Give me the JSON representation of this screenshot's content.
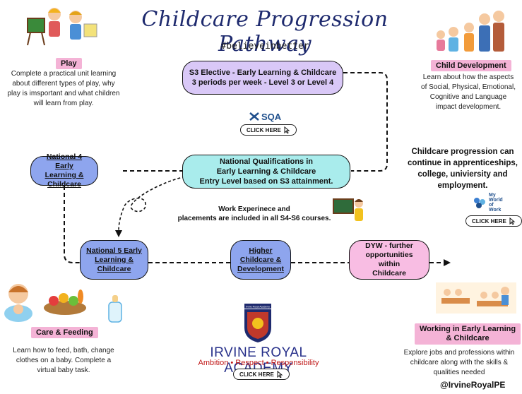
{
  "title": "Childcare Progression Pathway",
  "hashtag": "#believeinbetter",
  "nodes": {
    "s3": {
      "line1": "S3 Elective - Early Learning & Childcare",
      "line2": "3 periods per week - Level 3 or Level 4"
    },
    "nq": {
      "line1": "National Qualifications in",
      "line2": "Early Learning & Childcare",
      "line3": "Entry Level based on S3 attainment."
    },
    "n4": {
      "line1": "National 4 Early",
      "line2": "Learning &",
      "line3": "Childcare"
    },
    "n5": {
      "line1": "National 5 Early",
      "line2": "Learning &",
      "line3": "Childcare"
    },
    "higher": {
      "line1": "Higher",
      "line2": "Childcare &",
      "line3": "Development"
    },
    "dyw": {
      "line1": "DYW - further",
      "line2": "opportunities within",
      "line3": "Childcare"
    }
  },
  "sqa": {
    "logo_text": "SQA"
  },
  "click_here": "CLICK HERE",
  "work_experience": {
    "line1": "Work Experinece and",
    "line2": "placements are included in all S4-S6 courses."
  },
  "progression": {
    "line1": "Childcare progression can",
    "line2": "continue in apprenticeships,",
    "line3": "college, univiersity and",
    "line4": "employment."
  },
  "myworld": {
    "line1": "My",
    "line2": "World",
    "line3": "of",
    "line4": "Work"
  },
  "play": {
    "title": "Play",
    "text1": "Complete a practical unit  learning",
    "text2": "about different types of play, why",
    "text3": "play is imsportant and what children",
    "text4": "will learn from play."
  },
  "child_dev": {
    "title": "Child Development",
    "text1": "Learn about how the aspects",
    "text2": "of Social, Physical, Emotional,",
    "text3": "Cognitive and Language",
    "text4": "impact development."
  },
  "care": {
    "title": "Care & Feeding",
    "text1": "Learn how to feed, bath, change",
    "text2": "clothes on a baby.  Complete a",
    "text3": "virtual baby task."
  },
  "working": {
    "title1": "Working in Early Learning",
    "title2": "& Childcare",
    "text1": "Explore jobs and professions within",
    "text2": "childcare along with the skills &",
    "text3": "qualities needed"
  },
  "crest_text": "Irvine Royal Academy",
  "academy": {
    "name": "IRVINE ROYAL ACADEMY",
    "motto": "Ambition • Respect • Responsibility"
  },
  "handle": "@IrvineRoyalPE",
  "colors": {
    "purple": "#d9c8f7",
    "teal": "#a9ecec",
    "blue": "#8ea5ee",
    "pink": "#f8bde3",
    "title_blue": "#1e2a6e",
    "motto_red": "#c01818"
  }
}
